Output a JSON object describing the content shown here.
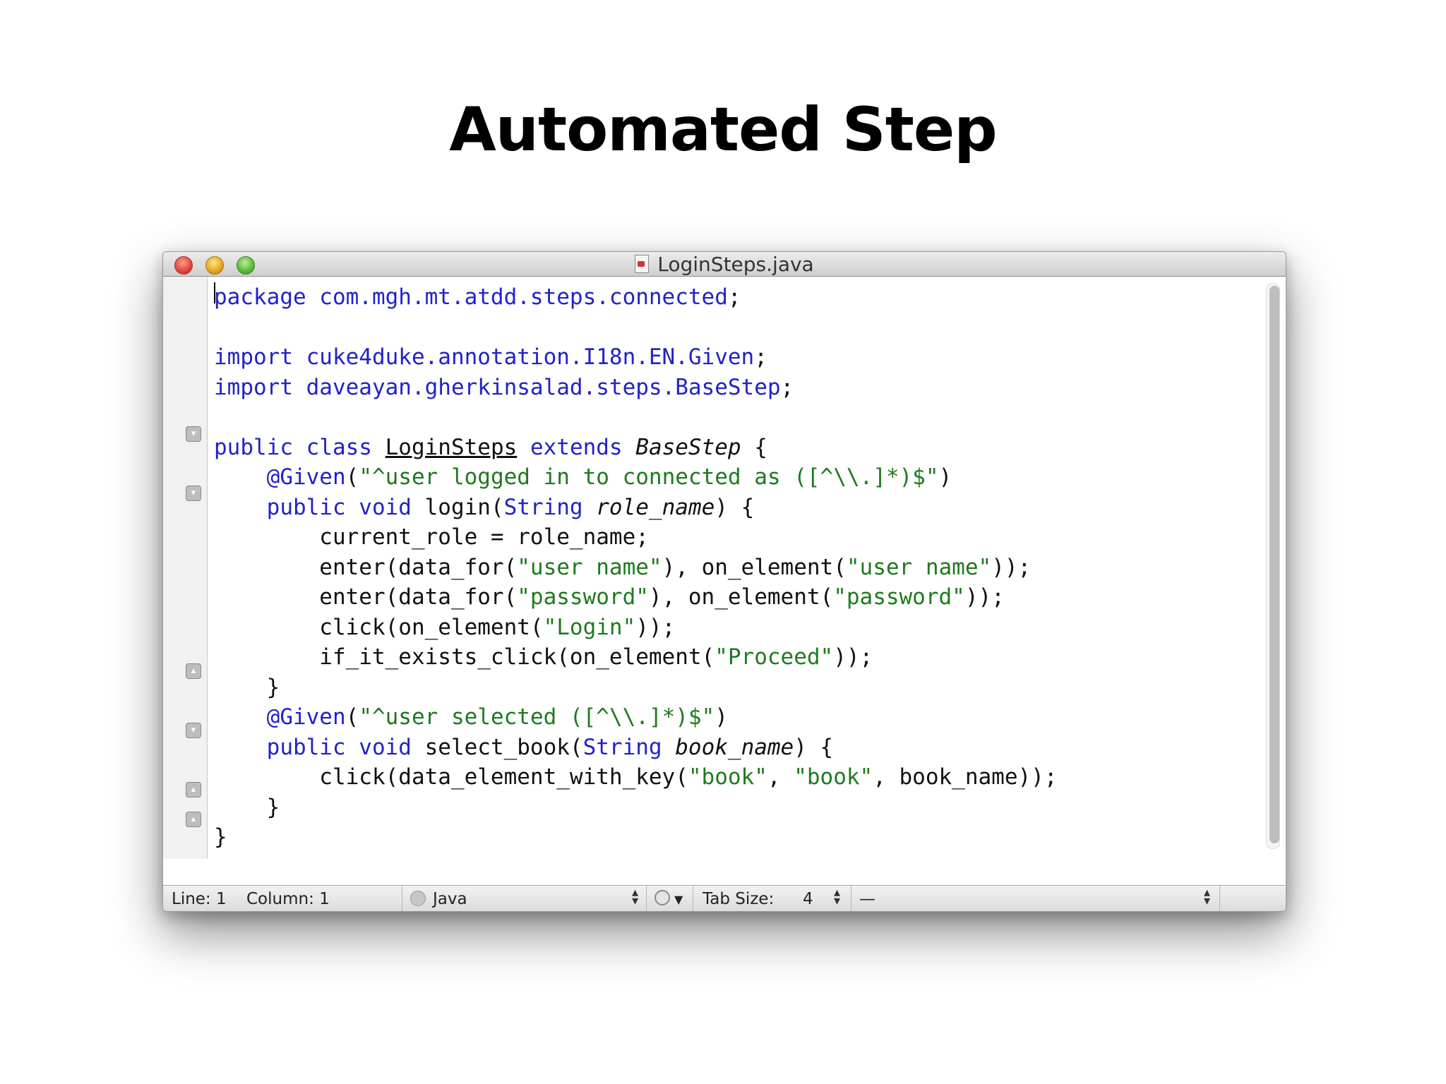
{
  "slide": {
    "title": "Automated Step"
  },
  "window": {
    "title": "LoginSteps.java"
  },
  "code_lines": [
    [
      {
        "t": "package com.mgh.mt.atdd.steps.connected",
        "c": "kw"
      },
      {
        "t": ";"
      }
    ],
    [],
    [
      {
        "t": "import cuke4duke.annotation.I18n.EN.Given",
        "c": "kw"
      },
      {
        "t": ";"
      }
    ],
    [
      {
        "t": "import daveayan.gherkinsalad.steps.BaseStep",
        "c": "kw"
      },
      {
        "t": ";"
      }
    ],
    [],
    [
      {
        "t": "public class ",
        "c": "kw"
      },
      {
        "t": "LoginSteps",
        "c": "ul"
      },
      {
        "t": " "
      },
      {
        "t": "extends",
        "c": "kw"
      },
      {
        "t": " "
      },
      {
        "t": "BaseStep",
        "c": "it"
      },
      {
        "t": " {"
      }
    ],
    [
      {
        "t": "    "
      },
      {
        "t": "@Given",
        "c": "kw"
      },
      {
        "t": "("
      },
      {
        "t": "\"^user logged in to connected as ([^\\\\.]*)$\"",
        "c": "str"
      },
      {
        "t": ")"
      }
    ],
    [
      {
        "t": "    "
      },
      {
        "t": "public void ",
        "c": "kw"
      },
      {
        "t": "login("
      },
      {
        "t": "String",
        "c": "kw"
      },
      {
        "t": " "
      },
      {
        "t": "role_name",
        "c": "it"
      },
      {
        "t": ") {"
      }
    ],
    [
      {
        "t": "        current_role = role_name;"
      }
    ],
    [
      {
        "t": "        enter(data_for("
      },
      {
        "t": "\"user name\"",
        "c": "str"
      },
      {
        "t": "), on_element("
      },
      {
        "t": "\"user name\"",
        "c": "str"
      },
      {
        "t": "));"
      }
    ],
    [
      {
        "t": "        enter(data_for("
      },
      {
        "t": "\"password\"",
        "c": "str"
      },
      {
        "t": "), on_element("
      },
      {
        "t": "\"password\"",
        "c": "str"
      },
      {
        "t": "));"
      }
    ],
    [
      {
        "t": "        click(on_element("
      },
      {
        "t": "\"Login\"",
        "c": "str"
      },
      {
        "t": "));"
      }
    ],
    [
      {
        "t": "        if_it_exists_click(on_element("
      },
      {
        "t": "\"Proceed\"",
        "c": "str"
      },
      {
        "t": "));"
      }
    ],
    [
      {
        "t": "    }"
      }
    ],
    [
      {
        "t": "    "
      },
      {
        "t": "@Given",
        "c": "kw"
      },
      {
        "t": "("
      },
      {
        "t": "\"^user selected ([^\\\\.]*)$\"",
        "c": "str"
      },
      {
        "t": ")"
      }
    ],
    [
      {
        "t": "    "
      },
      {
        "t": "public void ",
        "c": "kw"
      },
      {
        "t": "select_book("
      },
      {
        "t": "String",
        "c": "kw"
      },
      {
        "t": " "
      },
      {
        "t": "book_name",
        "c": "it"
      },
      {
        "t": ") {"
      }
    ],
    [
      {
        "t": "        click(data_element_with_key("
      },
      {
        "t": "\"book\"",
        "c": "str"
      },
      {
        "t": ", "
      },
      {
        "t": "\"book\"",
        "c": "str"
      },
      {
        "t": ", book_name));"
      }
    ],
    [
      {
        "t": "    }"
      }
    ],
    [
      {
        "t": "}"
      }
    ]
  ],
  "status": {
    "line": "Line: 1",
    "column": "Column: 1",
    "language": "Java",
    "tab_size_label": "Tab Size:",
    "tab_size": "4",
    "symbol": "—"
  },
  "colors": {
    "keyword": "#2222c8",
    "string": "#1e7a1e",
    "plain": "#111111"
  }
}
